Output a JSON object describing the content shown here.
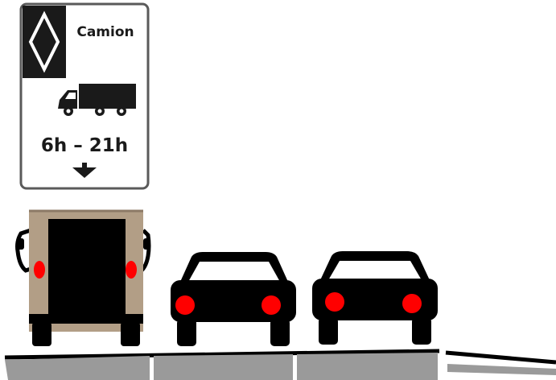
{
  "sign": {
    "vehicle_label": "Camion",
    "hours": "6h – 21h",
    "lane_symbol": "diamond-icon",
    "vehicle_icon": "truck-icon",
    "arrow_icon": "arrow-down-icon"
  },
  "colors": {
    "sign_border": "#5a5a5a",
    "sign_panel": "#1a1a1a",
    "truck_body": "#b29e86",
    "vehicle_black": "#000000",
    "tail_light": "#ff0000",
    "road": "#9a9a9a"
  },
  "vehicles": [
    {
      "type": "truck",
      "view": "rear"
    },
    {
      "type": "car",
      "view": "rear"
    },
    {
      "type": "car",
      "view": "rear"
    }
  ]
}
